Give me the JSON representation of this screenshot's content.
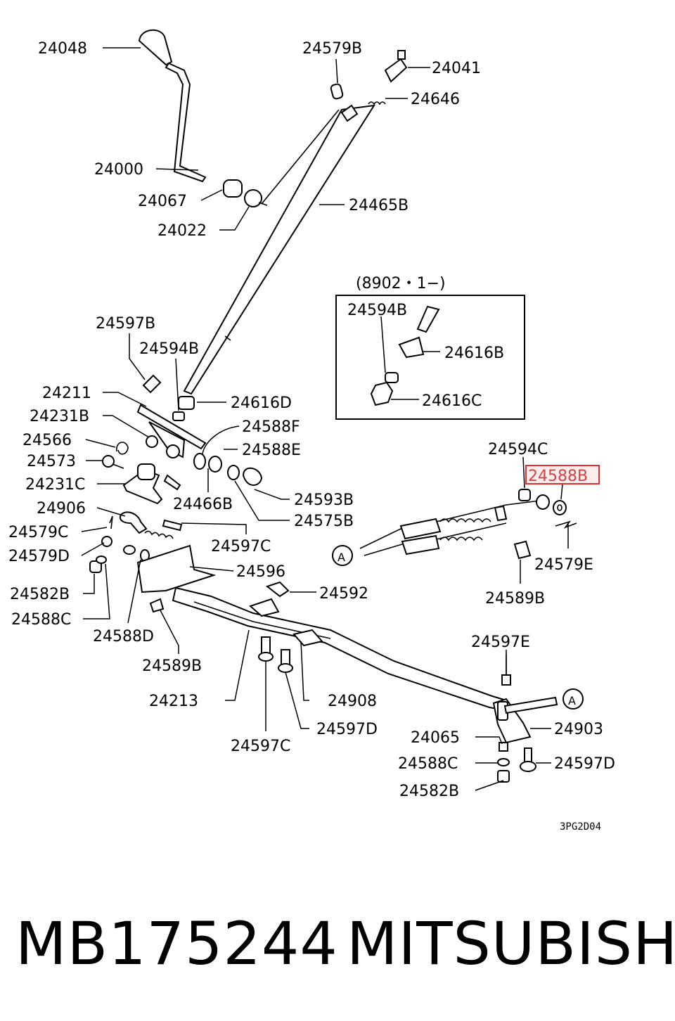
{
  "diagram": {
    "code": "3PG2D04",
    "variant_note": "(8902・1−)",
    "reference_mark": "A",
    "highlight_color": "#e03030",
    "labels": {
      "24048": "24048",
      "24579B": "24579B",
      "24041": "24041",
      "24646": "24646",
      "24000": "24000",
      "24067": "24067",
      "24022": "24022",
      "24465B": "24465B",
      "24594B_box": "24594B",
      "24616B": "24616B",
      "24616C": "24616C",
      "24597B": "24597B",
      "24594B": "24594B",
      "24211": "24211",
      "24616D": "24616D",
      "24231B": "24231B",
      "24588F": "24588F",
      "24566": "24566",
      "24588E": "24588E",
      "24573": "24573",
      "24231C": "24231C",
      "24466B": "24466B",
      "24593B": "24593B",
      "24575B": "24575B",
      "24906": "24906",
      "24579C": "24579C",
      "24597C_top": "24597C",
      "24579D": "24579D",
      "24596": "24596",
      "24582B_left": "24582B",
      "24592": "24592",
      "24588C_left": "24588C",
      "24588D": "24588D",
      "24589B_left": "24589B",
      "24594C": "24594C",
      "24588B": "24588B",
      "24579E": "24579E",
      "24589B_right": "24589B",
      "24597E": "24597E",
      "24213": "24213",
      "24908": "24908",
      "24903": "24903",
      "24597D_mid": "24597D",
      "24597C_bottom": "24597C",
      "24065": "24065",
      "24588C_right": "24588C",
      "24597D_right": "24597D",
      "24582B_right": "24582B"
    }
  },
  "footer": {
    "part_number": "MB175244",
    "brand": "MITSUBISHI"
  }
}
